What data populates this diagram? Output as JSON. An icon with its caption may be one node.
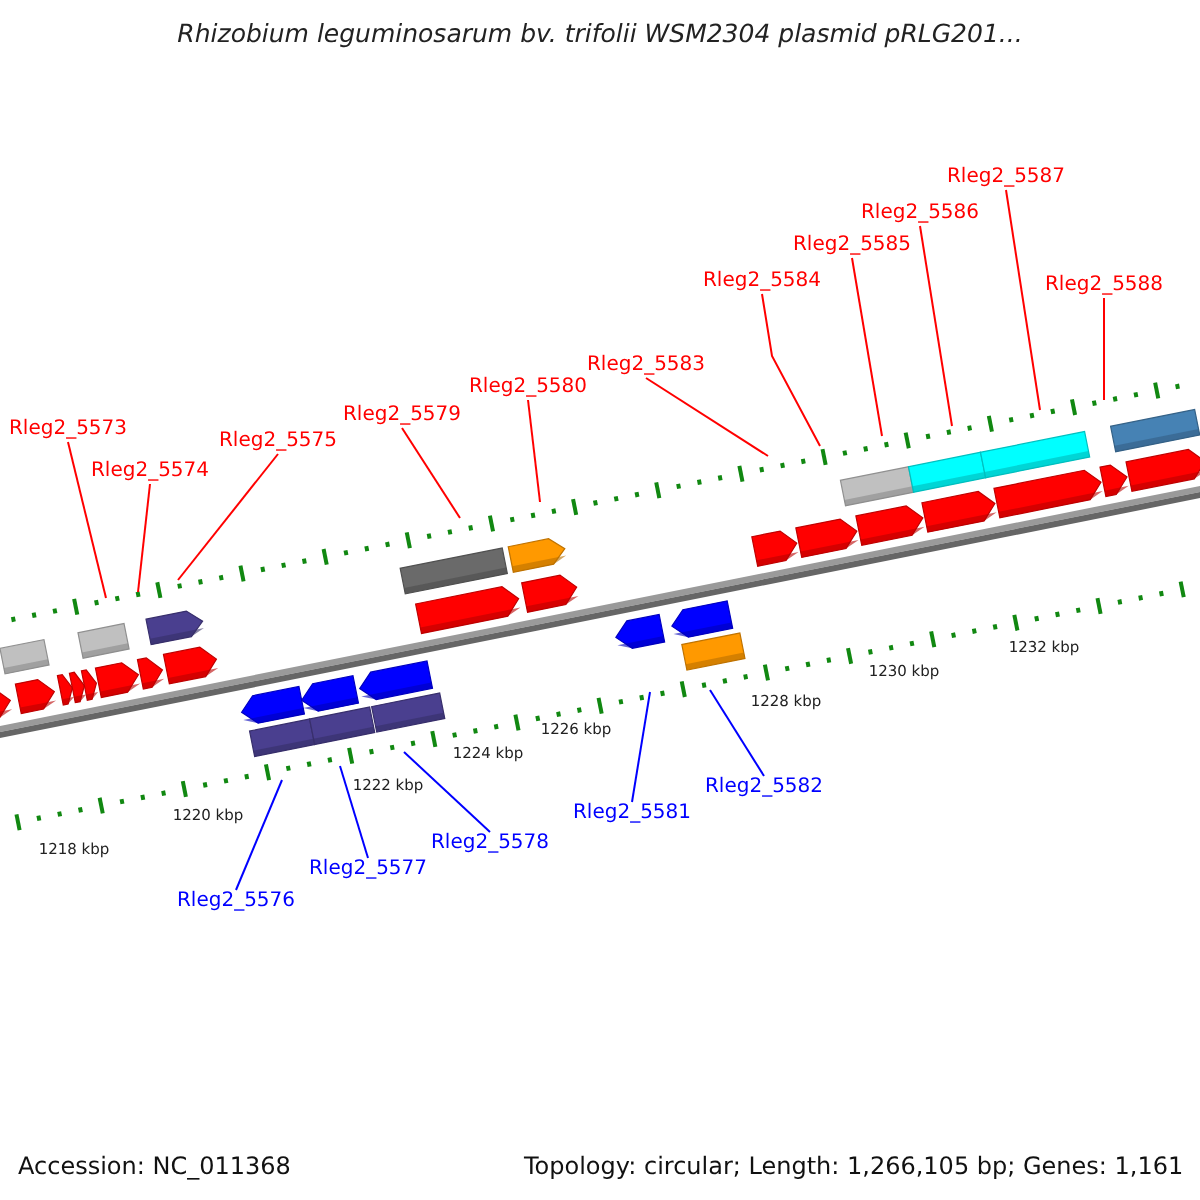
{
  "diagram": {
    "title": "Rhizobium leguminosarum bv. trifolii WSM2304 plasmid pRLG201...",
    "nodes": [
      {
        "text": [
          "Rleg2_5573"
        ]
      },
      {
        "text": [
          "Rleg2_5574"
        ]
      },
      {
        "text": [
          "Rleg2_5575"
        ]
      },
      {
        "text": [
          "Rleg2_5579"
        ]
      },
      {
        "text": [
          "Rleg2_5580"
        ]
      },
      {
        "text": [
          "Rleg2_5583"
        ]
      },
      {
        "text": [
          "Rleg2_5584"
        ]
      },
      {
        "text": [
          "Rleg2_5585"
        ]
      },
      {
        "text": [
          "Rleg2_5586"
        ]
      },
      {
        "text": [
          "Rleg2_5587"
        ]
      },
      {
        "text": [
          "Rleg2_5588"
        ]
      },
      {
        "text": [
          "Rleg2_5576"
        ]
      },
      {
        "text": [
          "Rleg2_5577"
        ]
      },
      {
        "text": [
          "Rleg2_5578"
        ]
      },
      {
        "text": [
          "Rleg2_5581"
        ]
      },
      {
        "text": [
          "Rleg2_5582"
        ]
      }
    ],
    "edges": [
      {
        "from": 0,
        "to": null,
        "arrow": "none"
      },
      {
        "from": 1,
        "to": null,
        "arrow": "none"
      },
      {
        "from": 2,
        "to": null,
        "arrow": "none"
      },
      {
        "from": 3,
        "to": null,
        "arrow": "none"
      },
      {
        "from": 4,
        "to": null,
        "arrow": "none"
      },
      {
        "from": 5,
        "to": null,
        "arrow": "none"
      },
      {
        "from": 6,
        "to": null,
        "arrow": "none"
      },
      {
        "from": 7,
        "to": null,
        "arrow": "none"
      },
      {
        "from": 8,
        "to": null,
        "arrow": "none"
      },
      {
        "from": 9,
        "to": null,
        "arrow": "none"
      },
      {
        "from": 10,
        "to": null,
        "arrow": "none"
      },
      {
        "from": 11,
        "to": null,
        "arrow": "none",
        "color": "#0000ff"
      },
      {
        "from": 12,
        "to": null,
        "arrow": "none",
        "color": "#0000ff"
      },
      {
        "from": 13,
        "to": null,
        "arrow": "none",
        "color": "#0000ff"
      },
      {
        "from": 14,
        "to": null,
        "arrow": "none",
        "color": "#0000ff"
      },
      {
        "from": 15,
        "to": null,
        "arrow": "none",
        "color": "#0000ff"
      }
    ],
    "labels": [
      "1218 kbp",
      "1220 kbp",
      "1222 kbp",
      "1224 kbp",
      "1226 kbp",
      "1228 kbp",
      "1230 kbp",
      "1232 kbp",
      "Accession: NC_011368",
      "Topology: circular; Length: 1,266,105 bp; Genes: 1,161"
    ]
  }
}
